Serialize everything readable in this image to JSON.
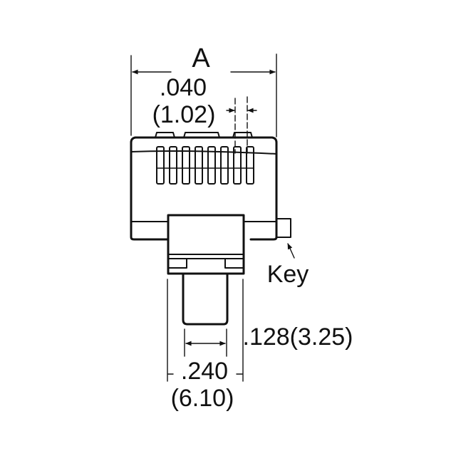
{
  "diagram": {
    "type": "connector-dimension-drawing",
    "subject": "Modular plug (RJ-style) front view",
    "dimensions": {
      "overall_width": {
        "label": "A"
      },
      "contact_pitch": {
        "inch": ".040",
        "mm": "(1.02)"
      },
      "tab_width": {
        "label": ".128(3.25)"
      },
      "boot_width": {
        "inch": ".240",
        "mm": "(6.10)"
      }
    },
    "callouts": {
      "key": "Key"
    },
    "contacts": {
      "count": 8
    },
    "colors": {
      "line": "#111111",
      "background": "#ffffff"
    }
  }
}
